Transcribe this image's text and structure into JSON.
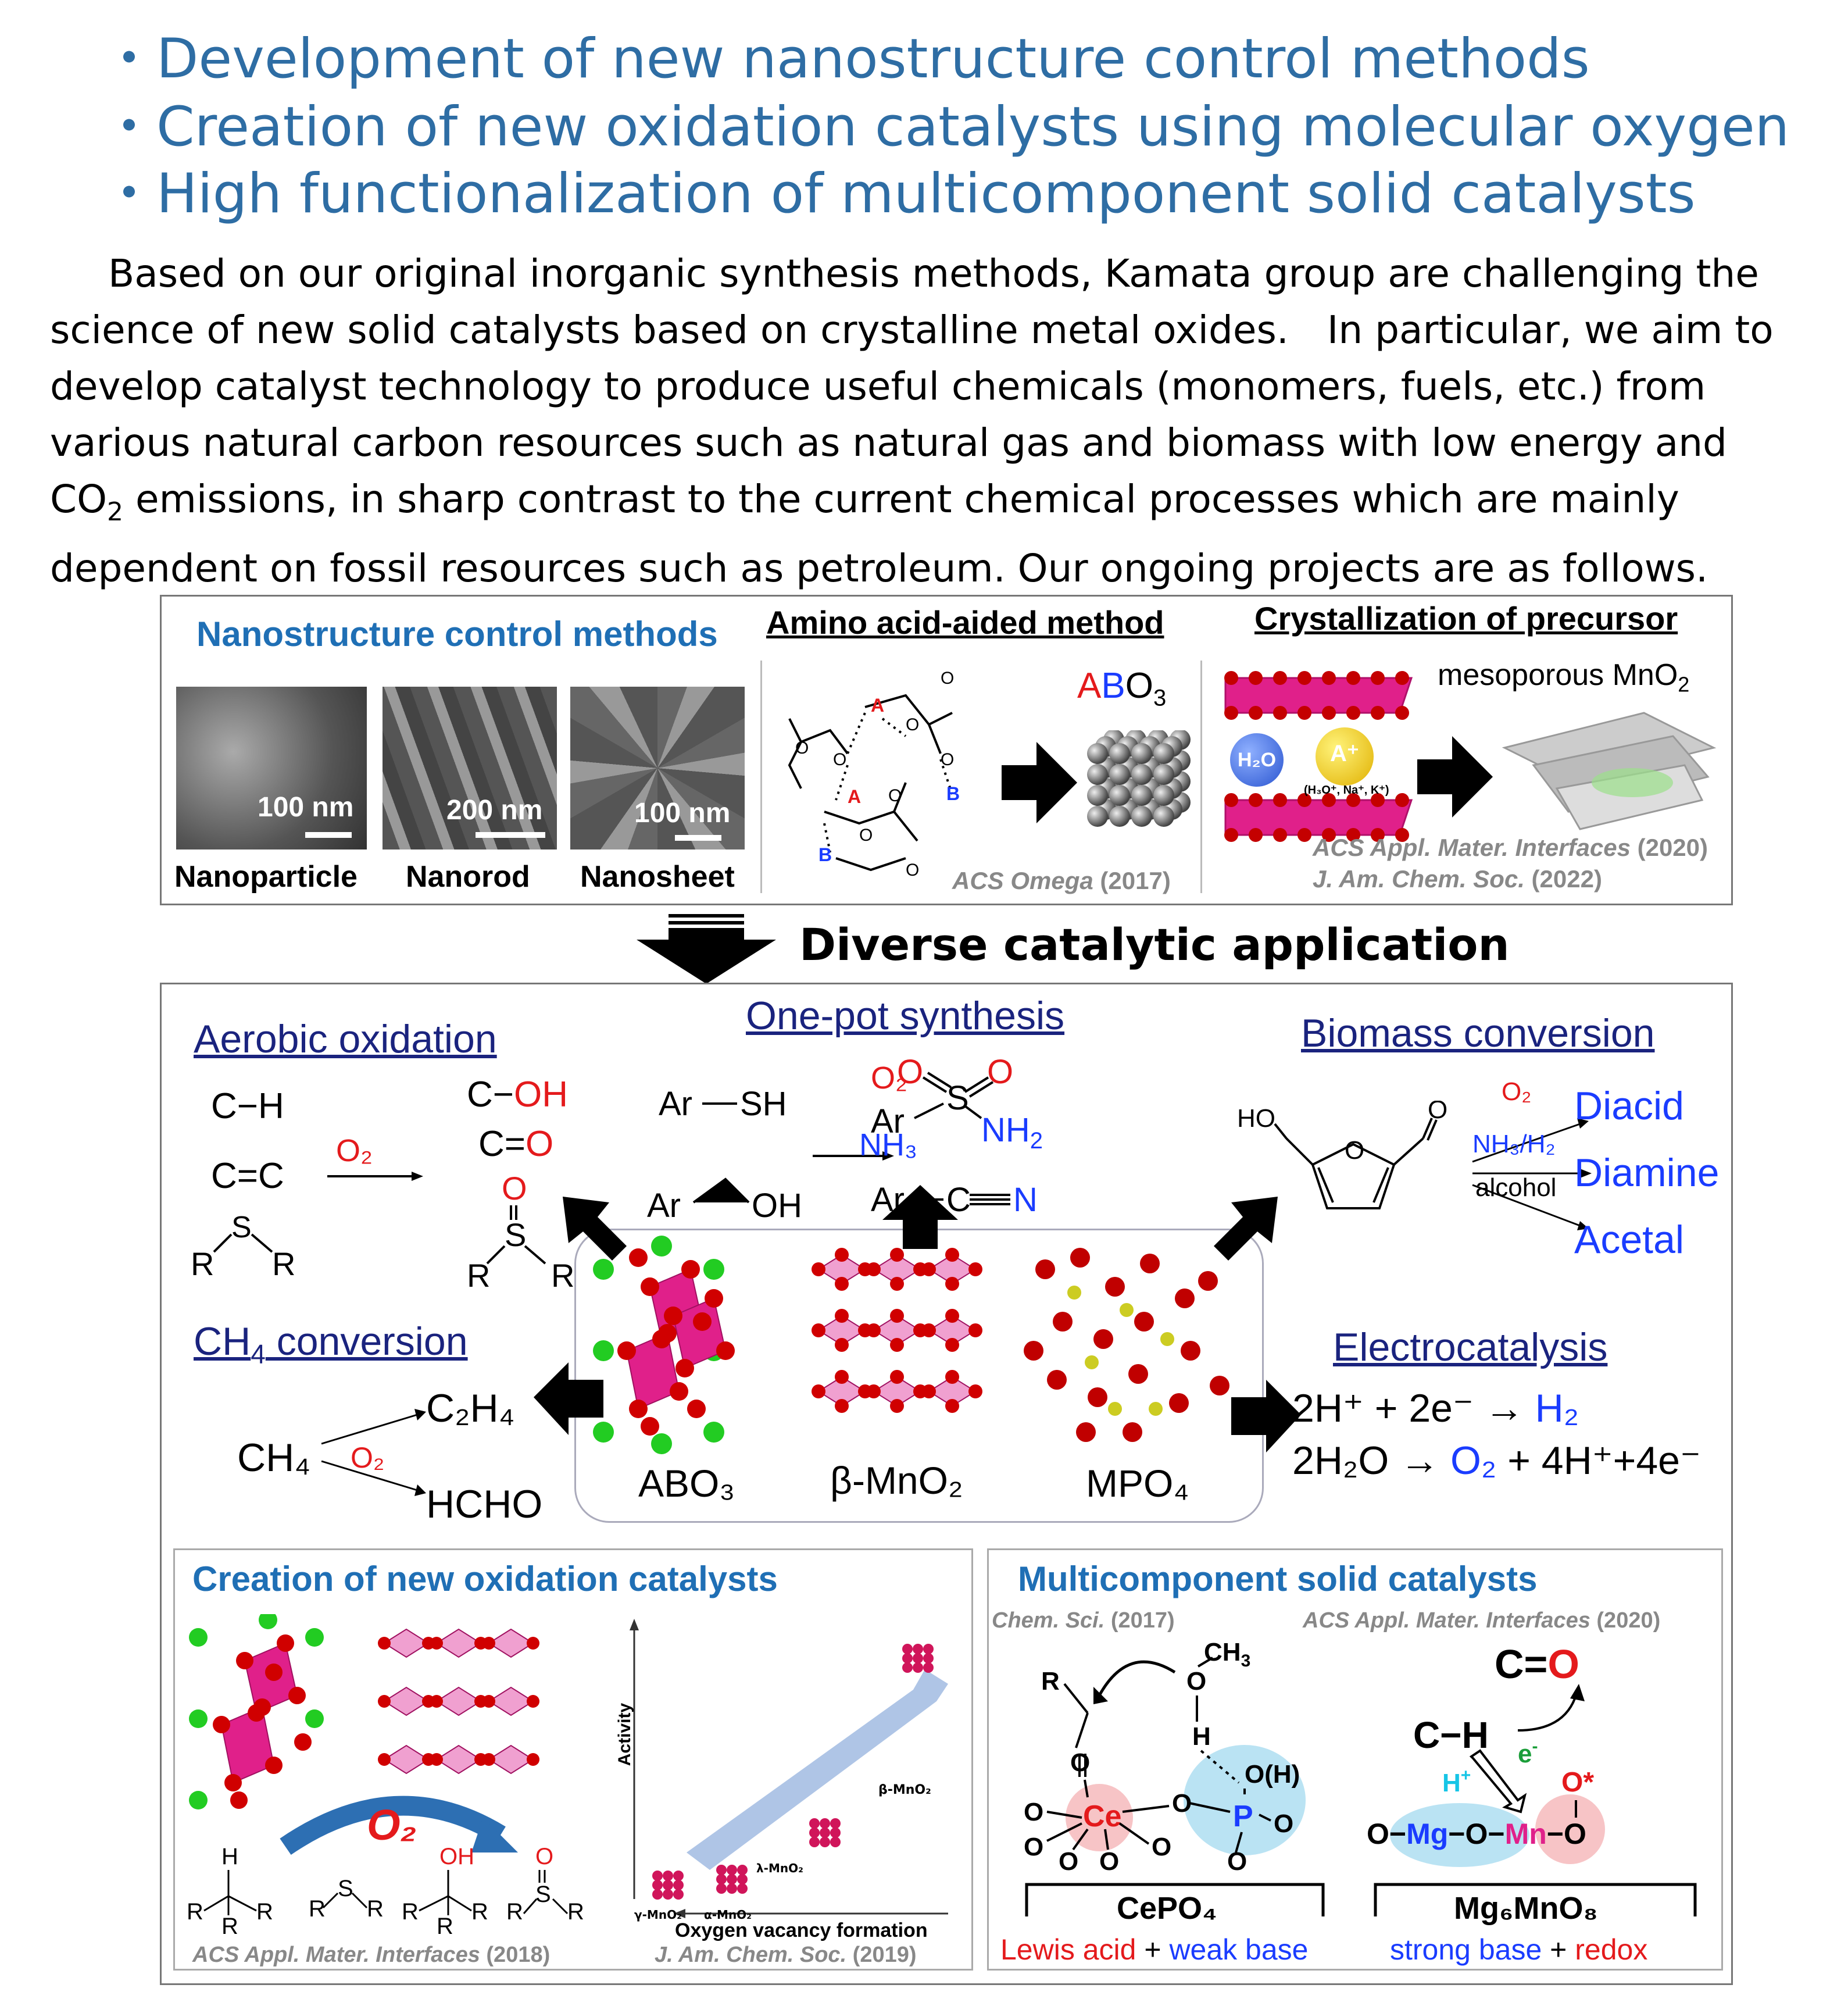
{
  "bullets": [
    "・Development of new nanostructure control methods",
    "・Creation of new oxidation catalysts using molecular oxygen",
    "・High functionalization of multicomponent solid catalysts"
  ],
  "intro": {
    "line1": "Based on our original inorganic synthesis methods, Kamata group are challenging the",
    "line2": "science of new solid catalysts based on crystalline metal oxides.　In particular, we aim to",
    "line3": "develop catalyst technology to produce useful chemicals (monomers, fuels, etc.) from",
    "line4": "various natural carbon resources such as natural gas and biomass with low energy and",
    "line5_pre": "CO",
    "line5_sub": "2",
    "line5_post": " emissions, in sharp contrast to the current chemical processes which are mainly",
    "line6": "dependent on fossil resources such as petroleum.  Our ongoing projects are as follows."
  },
  "nano": {
    "title": "Nanostructure control methods",
    "images": [
      {
        "scale": "100 nm",
        "label": "Nanoparticle"
      },
      {
        "scale": "200 nm",
        "label": "Nanorod"
      },
      {
        "scale": "100 nm",
        "label": "Nanosheet"
      }
    ],
    "amino": {
      "title": "Amino acid-aided method",
      "product_a": "A",
      "product_b": "B",
      "product_rest": "O",
      "product_sub": "3",
      "ref_journal": "ACS Omega",
      "ref_year": " (2017)"
    },
    "cryst": {
      "title": "Crystallization of precursor",
      "product": "mesoporous MnO",
      "product_sub": "2",
      "h2o": "H₂O",
      "aplus": "A⁺",
      "ions": "(H₃O⁺, Na⁺, K⁺)",
      "ref1_journal": "ACS Appl. Mater. Interfaces",
      "ref1_year": " (2020)",
      "ref2_journal": "J. Am. Chem. Soc.",
      "ref2_year": " (2022)"
    }
  },
  "diverse": "Diverse catalytic application",
  "apps": {
    "aerobic": {
      "title": "Aerobic oxidation",
      "reagent": "O₂"
    },
    "onepot": {
      "title": "One-pot synthesis",
      "reagent1": "O₂",
      "reagent2": "NH₃"
    },
    "biomass": {
      "title": "Biomass conversion",
      "reagent1": "O₂",
      "reagent2": "NH₃/H₂",
      "reagent3": "alcohol",
      "products": [
        "Diacid",
        "Diamine",
        "Acetal"
      ]
    },
    "ch4": {
      "title_pre": "CH",
      "title_sub": "4",
      "title_post": " conversion",
      "reagent": "O₂",
      "reactant": "CH₄",
      "p1": "C₂H₄",
      "p2": "HCHO"
    },
    "electro": {
      "title": "Electrocatalysis",
      "eq1_pre": "2H⁺ + 2e⁻ → ",
      "eq1_prod": "H₂",
      "eq2_pre": "2H₂O → ",
      "eq2_prod": "O₂",
      "eq2_post": " + 4H⁺+4e⁻"
    },
    "structures": [
      "ABO₃",
      "β-MnO₂",
      "MPO₄"
    ]
  },
  "oxidation": {
    "title": "Creation of new oxidation catalysts",
    "o2": "O₂",
    "activity": "Activity",
    "beta": "β-MnO₂",
    "lambda": "λ-MnO₂",
    "gamma": "γ-MnO₂",
    "alpha": "α-MnO₂",
    "vacancy": "Oxygen vacancy formation",
    "ref1_journal": "ACS Appl. Mater. Interfaces",
    "ref1_year": " (2018)",
    "ref2_journal": "J. Am. Chem. Soc.",
    "ref2_year": " (2019)"
  },
  "multi": {
    "title": "Multicomponent solid catalysts",
    "ref1_journal": "Chem. Sci.",
    "ref1_year": " (2017)",
    "ref2_journal": "ACS Appl. Mater. Interfaces",
    "ref2_year": " (2020)",
    "cat1": "CePO₄",
    "cat2": "Mg₆MnO₈",
    "cat1_desc_a": "Lewis acid",
    "cat1_desc_plus": " + ",
    "cat1_desc_b": "weak base",
    "cat2_desc_a": "strong base",
    "cat2_desc_plus": " + ",
    "cat2_desc_b": "redox"
  },
  "colors": {
    "accent": "#2e6da4",
    "title_blue": "#1f6fb5",
    "magenta": "#e0208a",
    "red": "#e41a1c",
    "navy": "#1a237e"
  }
}
